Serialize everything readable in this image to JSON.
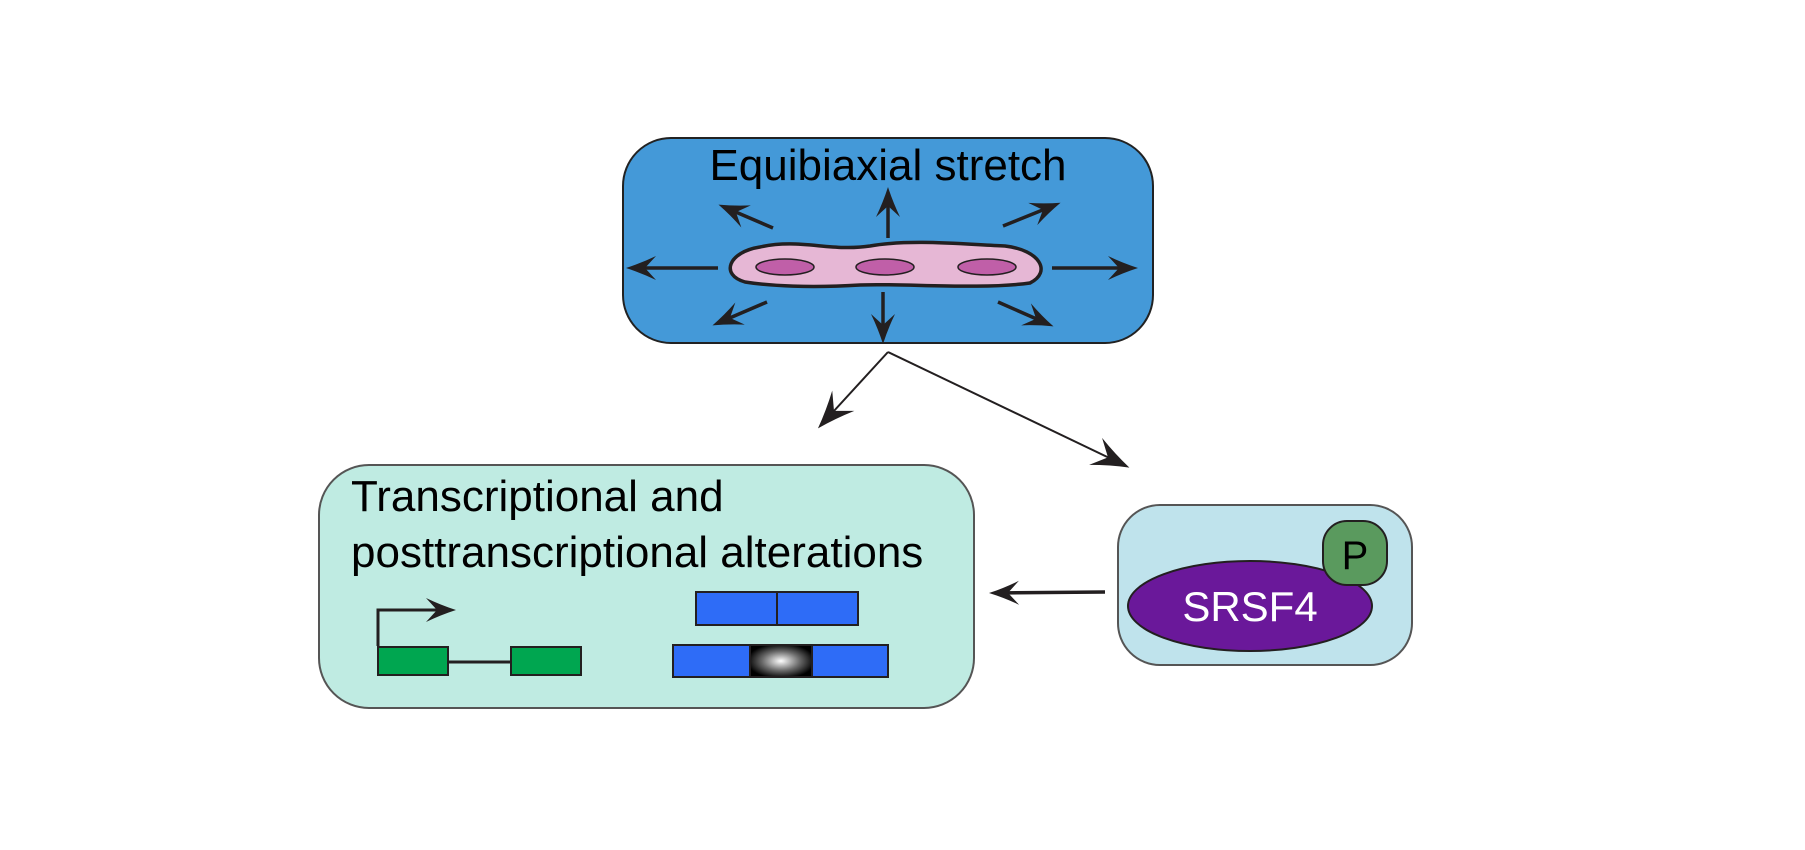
{
  "stretch_box": {
    "title": "Equibiaxial stretch",
    "color": "#4499d8"
  },
  "alterations_box": {
    "title_line1": "Transcriptional and",
    "title_line2": "posttranscriptional alterations",
    "color": "#bfebe2"
  },
  "srsf4_box": {
    "protein_label": "SRSF4",
    "phospho_label": "P",
    "color": "#bfe3ec",
    "protein_color": "#6a189a",
    "phospho_color": "#5a9a5e"
  },
  "cell": {
    "membrane_color": "#e6b7d5",
    "nucleus_color": "#c05fa8"
  },
  "gene": {
    "exon_color": "#00a650"
  },
  "transcript": {
    "exon_color": "#2e6cf7"
  }
}
